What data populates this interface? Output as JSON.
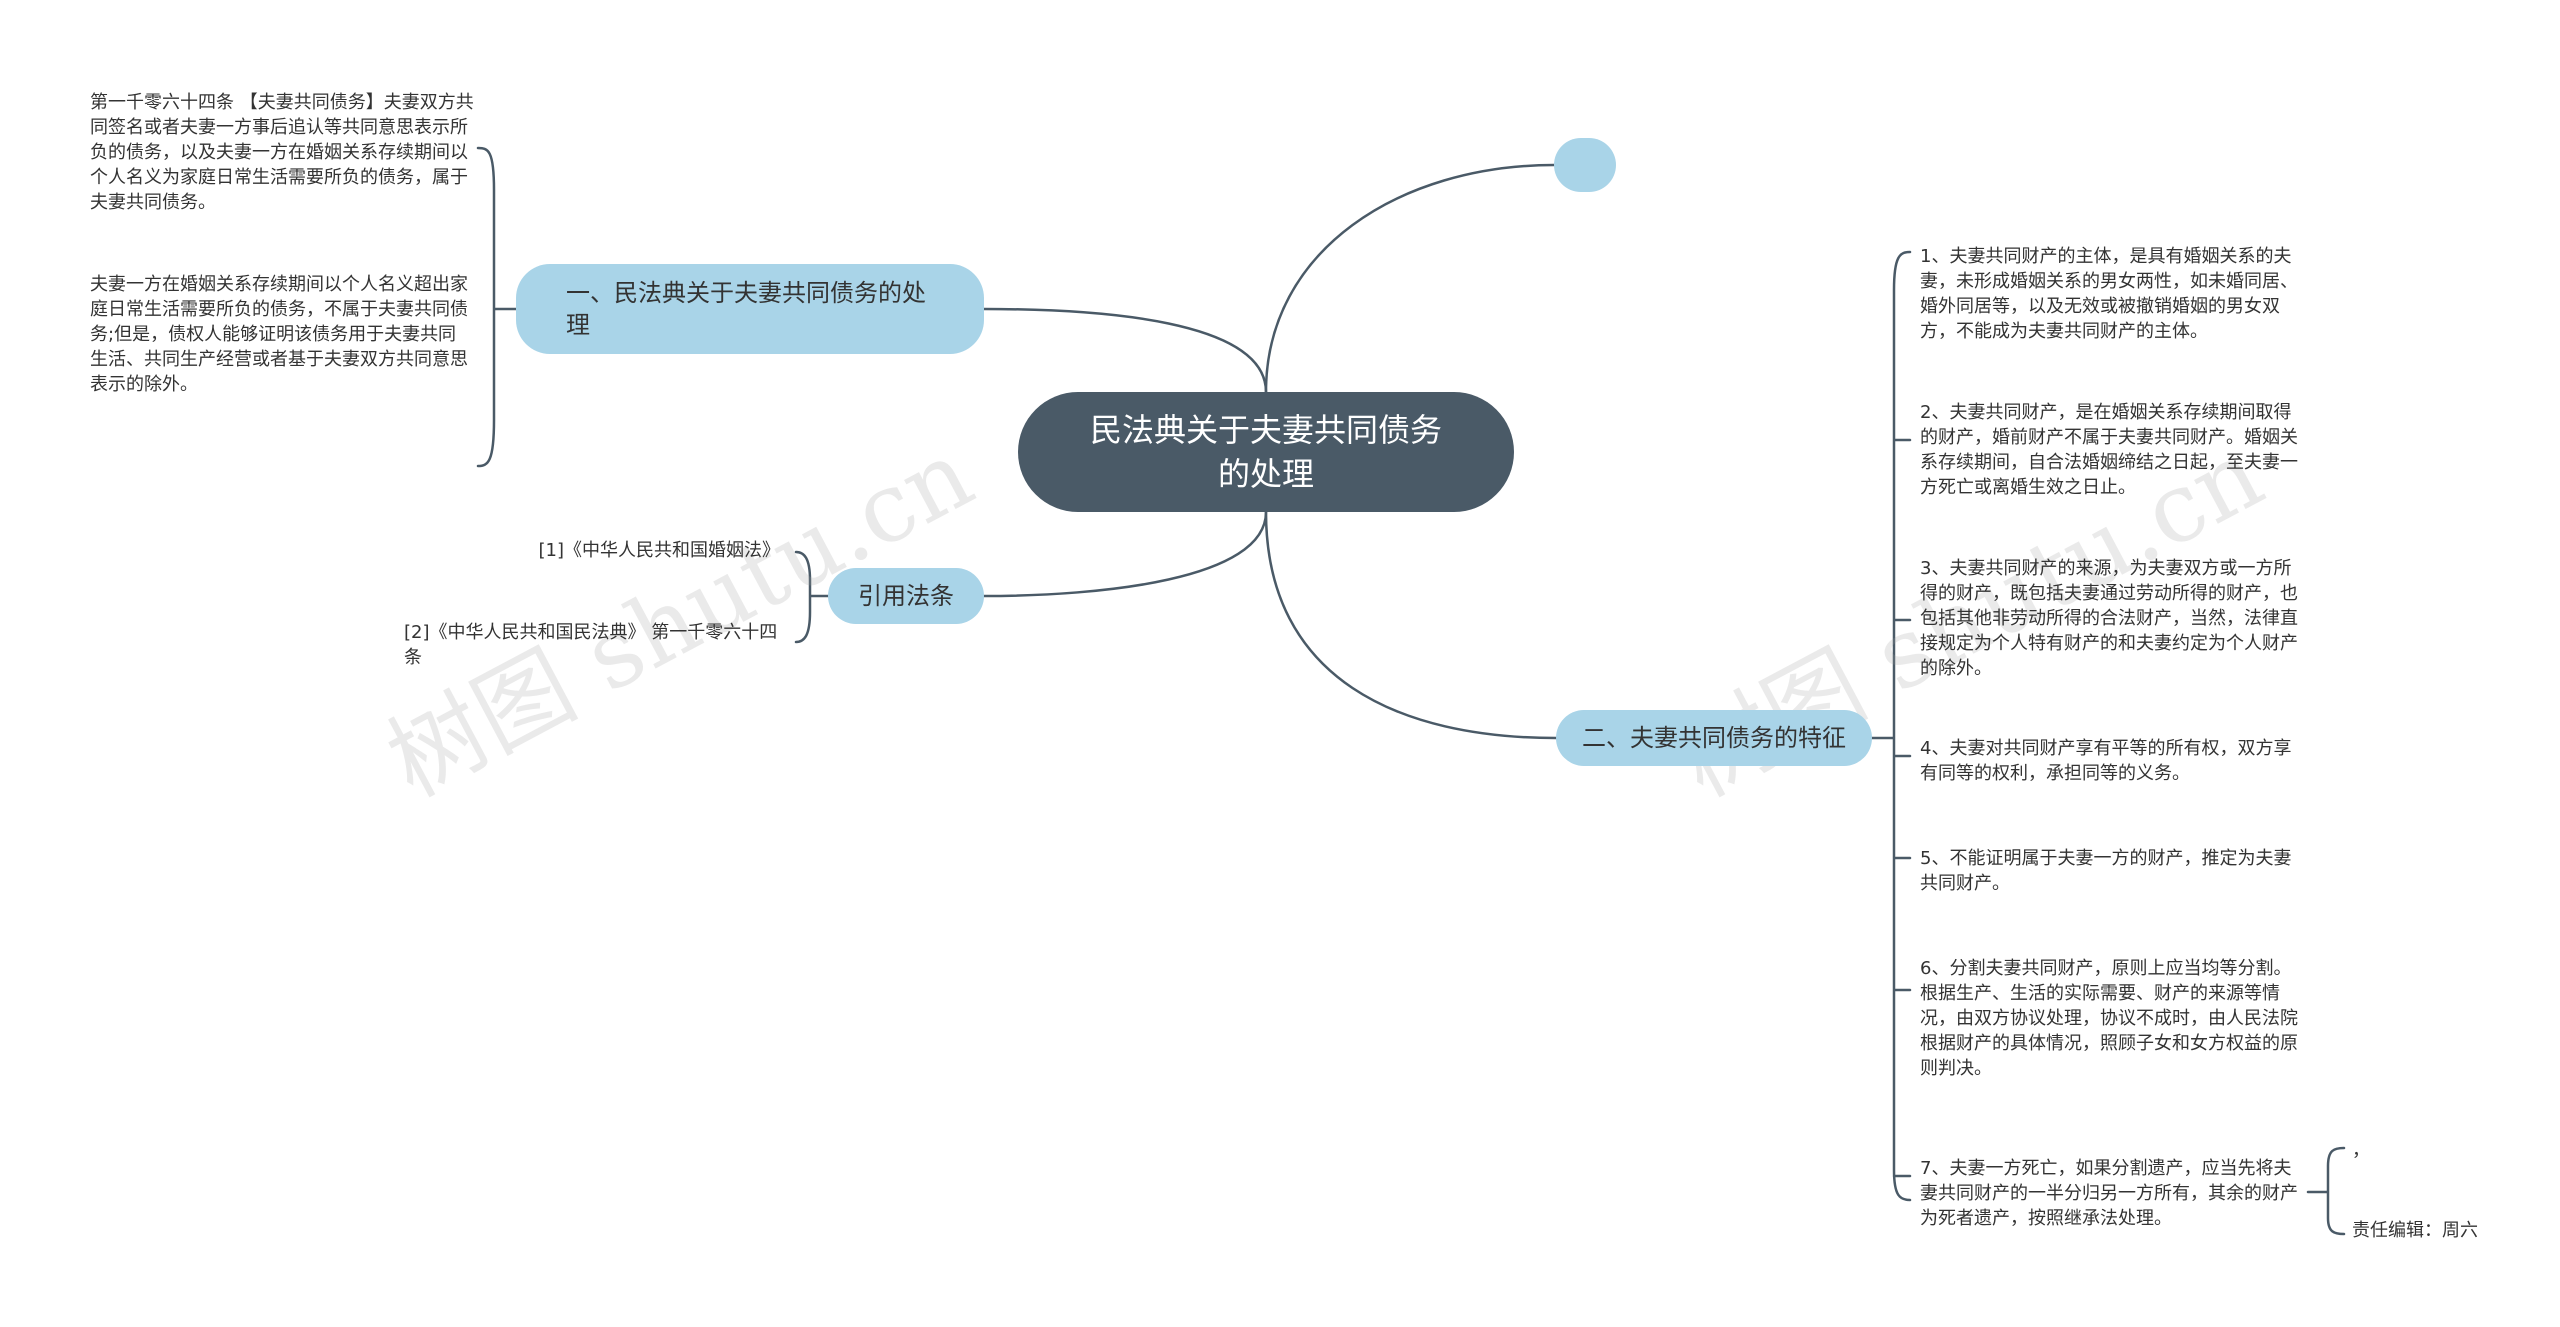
{
  "center": {
    "title": "民法典关于夫妻共同债务的处理"
  },
  "branches": {
    "b1": "一、民法典关于夫妻共同债务的处理",
    "b2": "引用法条",
    "b3": "二、夫妻共同债务的特征",
    "b4": ""
  },
  "left_leaves": {
    "l1": "第一千零六十四条 【夫妻共同债务】夫妻双方共同签名或者夫妻一方事后追认等共同意思表示所负的债务，以及夫妻一方在婚姻关系存续期间以个人名义为家庭日常生活需要所负的债务，属于夫妻共同债务。",
    "l2": "夫妻一方在婚姻关系存续期间以个人名义超出家庭日常生活需要所负的债务，不属于夫妻共同债务;但是，债权人能够证明该债务用于夫妻共同生活、共同生产经营或者基于夫妻双方共同意思表示的除外。",
    "l3": "[1]《中华人民共和国婚姻法》",
    "l4": "[2]《中华人民共和国民法典》 第一千零六十四条"
  },
  "right_leaves": {
    "r1": "1、夫妻共同财产的主体，是具有婚姻关系的夫妻，未形成婚姻关系的男女两性，如未婚同居、婚外同居等，以及无效或被撤销婚姻的男女双方，不能成为夫妻共同财产的主体。",
    "r2": "2、夫妻共同财产，是在婚姻关系存续期间取得的财产，婚前财产不属于夫妻共同财产。婚姻关系存续期间，自合法婚姻缔结之日起，至夫妻一方死亡或离婚生效之日止。",
    "r3": "3、夫妻共同财产的来源，为夫妻双方或一方所得的财产，既包括夫妻通过劳动所得的财产，也包括其他非劳动所得的合法财产，当然，法律直接规定为个人特有财产的和夫妻约定为个人财产的除外。",
    "r4": "4、夫妻对共同财产享有平等的所有权，双方享有同等的权利，承担同等的义务。",
    "r5": "5、不能证明属于夫妻一方的财产，推定为夫妻共同财产。",
    "r6": "6、分割夫妻共同财产，原则上应当均等分割。根据生产、生活的实际需要、财产的来源等情况，由双方协议处理，协议不成时，由人民法院根据财产的具体情况，照顾子女和女方权益的原则判决。",
    "r7": "7、夫妻一方死亡，如果分割遗产，应当先将夫妻共同财产的一半分归另一方所有，其余的财产为死者遗产，按照继承法处理。"
  },
  "extra_leaves": {
    "x1": "，",
    "x2": "责任编辑：周六"
  },
  "watermark": {
    "text": "树图 shutu.cn"
  },
  "colors": {
    "center": "#4a5a67",
    "branch": "#a9d4e8",
    "line": "#4a5a67"
  }
}
